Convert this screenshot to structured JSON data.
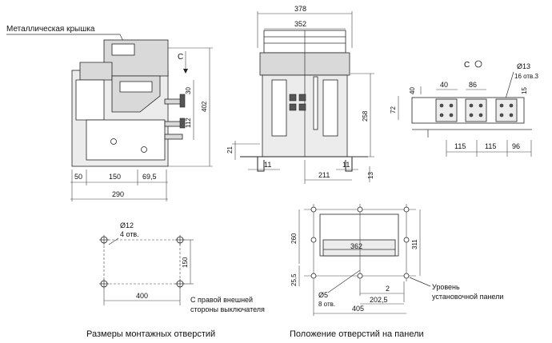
{
  "labels": {
    "metal_cover": "Металлическая крышка",
    "c_label_left": "С",
    "c_label_right": "С",
    "d13": "Ø13",
    "holes16": "16 отв.3",
    "d12": "Ø12",
    "holes4": "4 отв.",
    "d5": "Ø5",
    "holes8": "8 отв.",
    "right_side_line1": "С правой внешней",
    "right_side_line2": "стороны выключателя",
    "panel_level_line1": "Уровень",
    "panel_level_line2": "установочной панели",
    "caption_mounting": "Размеры монтажных отверстий",
    "caption_panel": "Положение отверстий на панели"
  },
  "dims": {
    "side_50": "50",
    "side_150": "150",
    "side_69_5": "69,5",
    "side_290": "290",
    "side_30": "30",
    "side_112": "112",
    "side_402": "402",
    "front_378": "378",
    "front_352": "352",
    "front_258": "258",
    "front_21": "21",
    "front_11a": "11",
    "front_11b": "11",
    "front_211": "211",
    "front_13": "13",
    "term_40a": "40",
    "term_40b": "40",
    "term_86": "86",
    "term_15": "15",
    "term_72": "72",
    "term_115a": "115",
    "term_115b": "115",
    "term_96": "96",
    "mount_150": "150",
    "mount_400": "400",
    "panel_260": "260",
    "panel_311": "311",
    "panel_362": "362",
    "panel_25_5": "25,5",
    "panel_405": "405",
    "panel_202_5": "202,5",
    "panel_2": "2"
  }
}
